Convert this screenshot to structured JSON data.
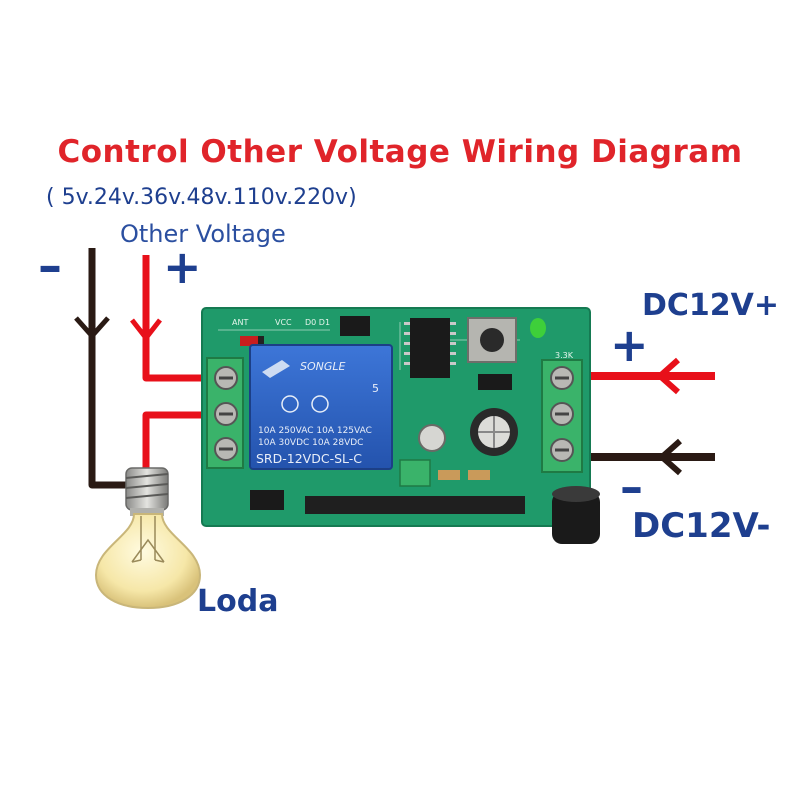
{
  "title": "Control Other Voltage Wiring Diagram",
  "subtitle": "( 5v.24v.36v.48v.110v.220v)",
  "other_voltage_label": "Other Voltage",
  "load_label": "Loda",
  "power": {
    "positive_label": "DC12V+",
    "negative_label": "DC12V-",
    "plus_sign": "+",
    "minus_sign": "–"
  },
  "load_side": {
    "plus_sign": "+",
    "minus_sign": "–"
  },
  "relay": {
    "brand": "SONGLE",
    "rating_line1": "10A 250VAC   10A 125VAC",
    "rating_line2": "10A  30VDC   10A  28VDC",
    "model": "SRD-12VDC-SL-C",
    "badge": "5"
  },
  "colors": {
    "title": "#e0242a",
    "text": "#1e3f8f",
    "wire_positive": "#e8101a",
    "wire_negative": "#2a1a14",
    "board": "#1f9a6a",
    "relay": "#2f66c8",
    "terminal": "#3ab36a"
  }
}
